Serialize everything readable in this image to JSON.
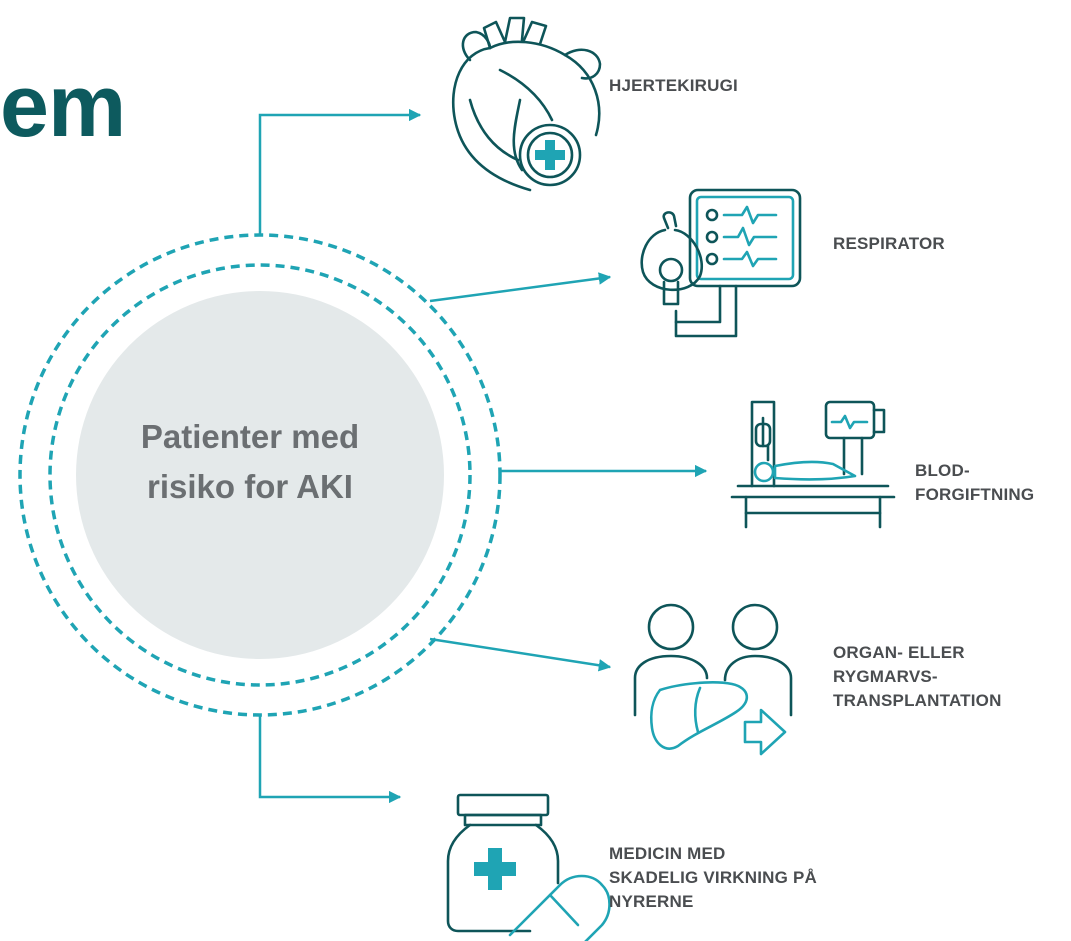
{
  "title_fragment": "em",
  "center": {
    "lines": [
      "Patienter med",
      "risiko for AKI"
    ]
  },
  "nodes": {
    "heart_surgery": {
      "icon": "heart-surgery-icon",
      "lines": [
        "HJERTEKIRUGI"
      ]
    },
    "respirator": {
      "icon": "respirator-icon",
      "lines": [
        "RESPIRATOR"
      ]
    },
    "sepsis": {
      "icon": "hospital-bed-icon",
      "lines": [
        "BLOD-",
        "FORGIFTNING"
      ]
    },
    "transplant": {
      "icon": "organ-transplant-icon",
      "lines": [
        "ORGAN- ELLER",
        "RYGMARVS-",
        "TRANSPLANTATION"
      ]
    },
    "medication": {
      "icon": "medicine-icon",
      "lines": [
        "MEDICIN MED",
        "SKADELIG VIRKNING PÅ",
        "NYRERNE"
      ]
    }
  },
  "colors": {
    "accent": "#1fa4b4",
    "title": "#0d5a5e",
    "circle_fill": "#e4e9ea",
    "text": "#4a4d50",
    "center_text": "#6b6f72"
  }
}
